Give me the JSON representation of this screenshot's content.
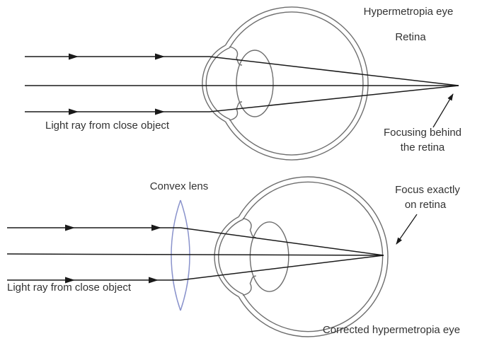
{
  "colors": {
    "ray": "#1a1a1a",
    "eye_outline": "#6e6e6e",
    "lens_stroke": "#8a93cc",
    "text": "#333333",
    "background": "#ffffff"
  },
  "top_diagram": {
    "eye_label": "Hypermetropia eye",
    "retina_label": "Retina",
    "ray_label": "Light ray from close object",
    "focus_label_line1": "Focusing behind",
    "focus_label_line2": "the retina"
  },
  "bottom_diagram": {
    "lens_label": "Convex lens",
    "focus_label_line1": "Focus exactly",
    "focus_label_line2": "on retina",
    "ray_label": "Light ray from close object",
    "eye_label": "Corrected hypermetropia eye"
  }
}
